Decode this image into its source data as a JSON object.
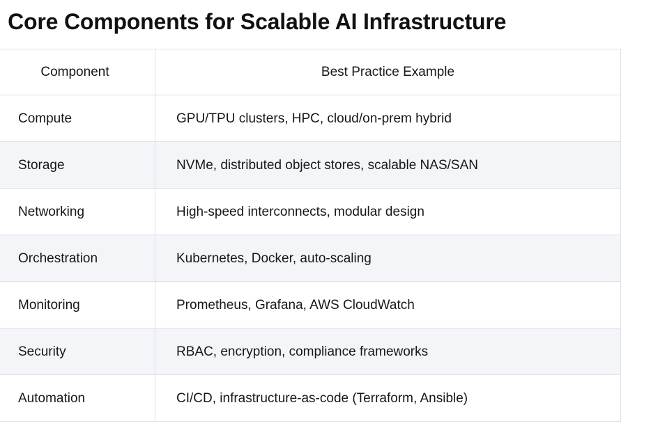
{
  "document": {
    "title": ": Core Components for Scalable AI Infrastructure",
    "title_truncated_left": true
  },
  "colors": {
    "text": "#15171a",
    "title_text": "#111113",
    "border": "#dde0e6",
    "row_stripe_bg": "#f4f5f9",
    "row_base_bg": "#ffffff",
    "page_bg": "#ffffff"
  },
  "table": {
    "columns": [
      {
        "key": "component",
        "header": "Component",
        "align": "center"
      },
      {
        "key": "practice",
        "header": "Best Practice Example",
        "align": "center"
      }
    ],
    "rows": [
      {
        "component": "Compute",
        "practice": "GPU/TPU clusters, HPC, cloud/on-prem hybrid"
      },
      {
        "component": "Storage",
        "practice": "NVMe, distributed object stores, scalable NAS/SAN"
      },
      {
        "component": "Networking",
        "practice": "High-speed interconnects, modular design"
      },
      {
        "component": "Orchestration",
        "practice": "Kubernetes, Docker, auto-scaling"
      },
      {
        "component": "Monitoring",
        "practice": "Prometheus, Grafana, AWS CloudWatch"
      },
      {
        "component": "Security",
        "practice": "RBAC, encryption, compliance frameworks"
      },
      {
        "component": "Automation",
        "practice": "CI/CD, infrastructure-as-code (Terraform, Ansible)"
      }
    ]
  }
}
